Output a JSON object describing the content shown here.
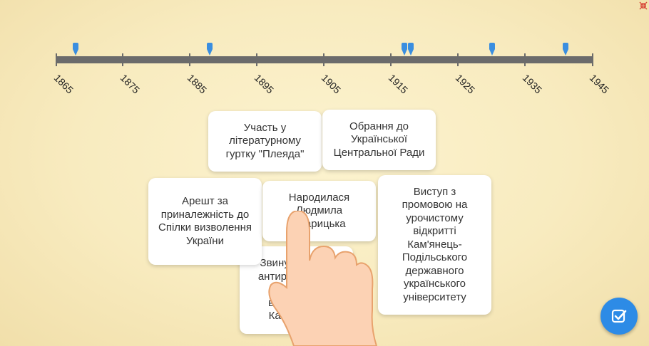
{
  "timeline": {
    "years": [
      "1865",
      "1875",
      "1885",
      "1895",
      "1905",
      "1915",
      "1925",
      "1935",
      "1945"
    ],
    "marker_color": "#3a8ee0",
    "axis_color": "#6b6b6b"
  },
  "cards": [
    {
      "text": "Участь у літературному гуртку \"Плеяда\""
    },
    {
      "text": "Обрання до Української Центральної Ради"
    },
    {
      "text": "Арешт за приналежність до Спілки визволення України"
    },
    {
      "text": "Народилася Людмила Старицька"
    },
    {
      "text": "Виступ з промовою на урочистому відкритті Кам'янець-Подільського державного українського університету"
    },
    {
      "text": "Звинувачена в антирадянській діяльності, висланa до Казахстану"
    }
  ],
  "icons": {
    "fullscreen": "collapse-arrows-icon",
    "check": "check-icon",
    "hand": "pointing-hand-icon"
  },
  "colors": {
    "accent": "#2d8be6",
    "card_bg": "#ffffff"
  }
}
